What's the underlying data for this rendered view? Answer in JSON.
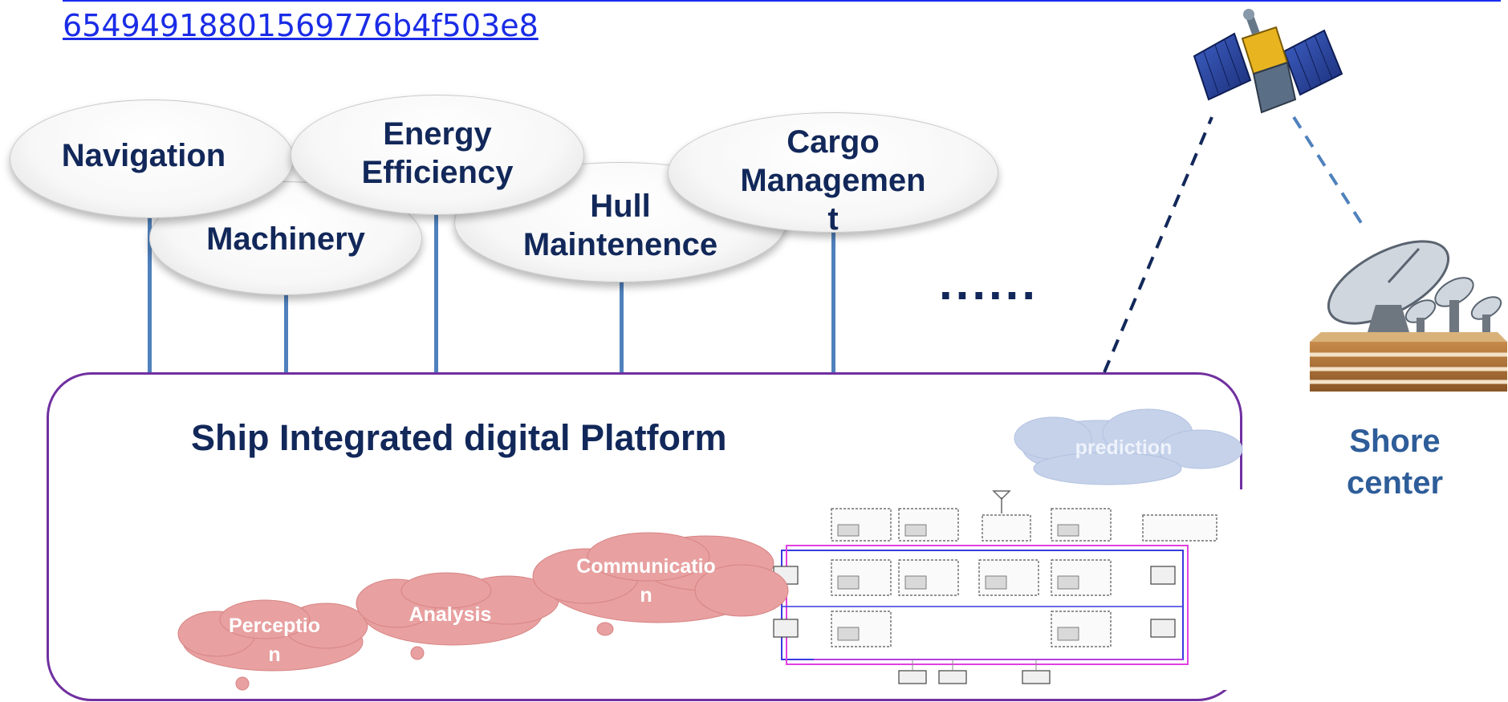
{
  "link_text": "65494918801569776b4f503e8",
  "applications": {
    "navigation": "Navigation",
    "energy_efficiency": "Energy\nEfficiency",
    "machinery": "Machinery",
    "hull": "Hull\nMaintenence",
    "cargo": "Cargo\nManagemen\nt"
  },
  "more_marker": "......",
  "platform": {
    "title": "Ship Integrated digital Platform",
    "clouds": {
      "prediction": "prediction",
      "communication": "Communicatio\nn",
      "analysis": "Analysis",
      "perception": "Perceptio\nn"
    }
  },
  "shore": {
    "label": "Shore\ncenter"
  },
  "colors": {
    "title_navy": "#12285a",
    "connector_blue": "#4f81bd",
    "platform_border_purple": "#7030a0",
    "shore_blue": "#2e5d99",
    "link_blue": "#1a2ce6",
    "pink_cloud": "#e8a0a0",
    "prediction_cloud": "#c5d2ea"
  },
  "icons": [
    "satellite-icon",
    "ground-station-icon",
    "network-schematic"
  ]
}
